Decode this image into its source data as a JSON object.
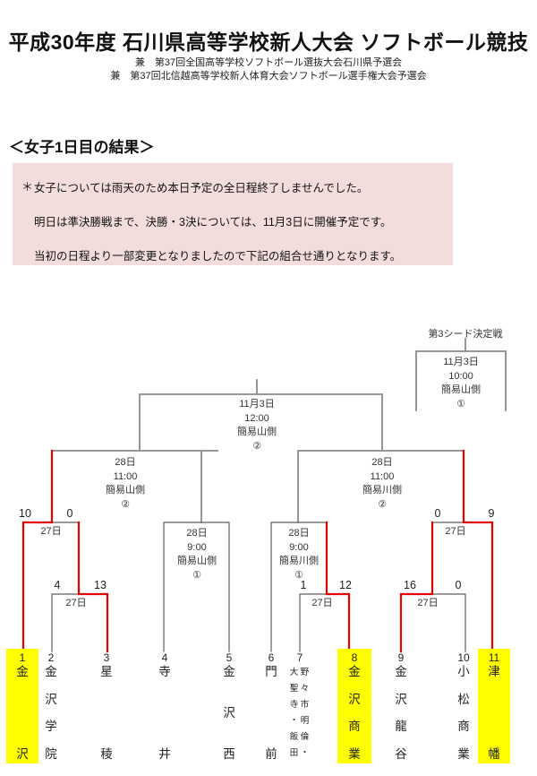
{
  "header": {
    "title": "平成30年度 石川県高等学校新人大会 ソフトボール競技",
    "subtitle1": "兼　第37回全国高等学校ソフトボール選抜大会石川県予選会",
    "subtitle2": "兼　第37回北信越高等学校新人体育大会ソフトボール選手権大会予選会"
  },
  "section": {
    "heading": "＜女子1日目の結果＞"
  },
  "notice": {
    "bullet": "＊",
    "line1": "女子については雨天のため本日予定の全日程終了しませんでした。",
    "line2": "明日は準決勝戦まで、決勝・3決については、11月3日に開催予定です。",
    "line3": "当初の日程より一部変更となりましたので下記の組合せ通りとなります。"
  },
  "bracket": {
    "third_seed": {
      "label": "第3シード決定戦",
      "date": "11月3日",
      "time": "10:00",
      "venue": "簡易山側",
      "court": "①"
    },
    "final": {
      "date": "11月3日",
      "time": "12:00",
      "venue": "簡易山側",
      "court": "②"
    },
    "semifinal_left": {
      "date": "28日",
      "time": "11:00",
      "venue": "簡易山側",
      "court": "②"
    },
    "semifinal_right": {
      "date": "28日",
      "time": "11:00",
      "venue": "簡易川側",
      "court": "②"
    },
    "quarterfinal_left": {
      "date": "28日",
      "time": "9:00",
      "venue": "簡易山側",
      "court": "①"
    },
    "quarterfinal_right": {
      "date": "28日",
      "time": "9:00",
      "venue": "簡易川側",
      "court": "①"
    },
    "matches_27": [
      {
        "date": "27日",
        "score_left": "10",
        "score_right": "0",
        "teams": "金沢 vs 星稜"
      },
      {
        "date": "27日",
        "score_left": "4",
        "score_right": "13",
        "teams": "金沢学院 vs 星稜"
      },
      {
        "date": "27日",
        "score_left": "1",
        "score_right": "12",
        "teams": "大聖寺・飯田・野々市明倫 vs 金沢商業"
      },
      {
        "date": "27日",
        "score_left": "16",
        "score_right": "0",
        "teams": "金沢龍谷 vs 小松商業"
      },
      {
        "date": "27日",
        "score_left": "0",
        "score_right": "9",
        "teams": "金沢龍谷 vs 津幡"
      }
    ]
  },
  "teams": [
    {
      "no": "1",
      "name": "金沢",
      "highlighted": true
    },
    {
      "no": "2",
      "name": "金沢学院",
      "highlighted": false
    },
    {
      "no": "3",
      "name": "星稜",
      "highlighted": false
    },
    {
      "no": "4",
      "name": "寺井",
      "highlighted": false
    },
    {
      "no": "5",
      "name": "金沢西",
      "highlighted": false
    },
    {
      "no": "6",
      "name": "門前",
      "highlighted": false
    },
    {
      "no": "7",
      "name_col1": "大聖寺・飯田",
      "name_col2": "野々市明倫・",
      "highlighted": false
    },
    {
      "no": "8",
      "name": "金沢商業",
      "highlighted": true
    },
    {
      "no": "9",
      "name": "金沢龍谷",
      "highlighted": false
    },
    {
      "no": "10",
      "name": "小松商業",
      "highlighted": false
    },
    {
      "no": "11",
      "name": "津幡",
      "highlighted": true
    }
  ],
  "colors": {
    "winner_path_red": "#e60000",
    "bracket_gray": "#666666",
    "highlight_yellow": "#ffff00",
    "notice_pink": "#f2dddc"
  }
}
